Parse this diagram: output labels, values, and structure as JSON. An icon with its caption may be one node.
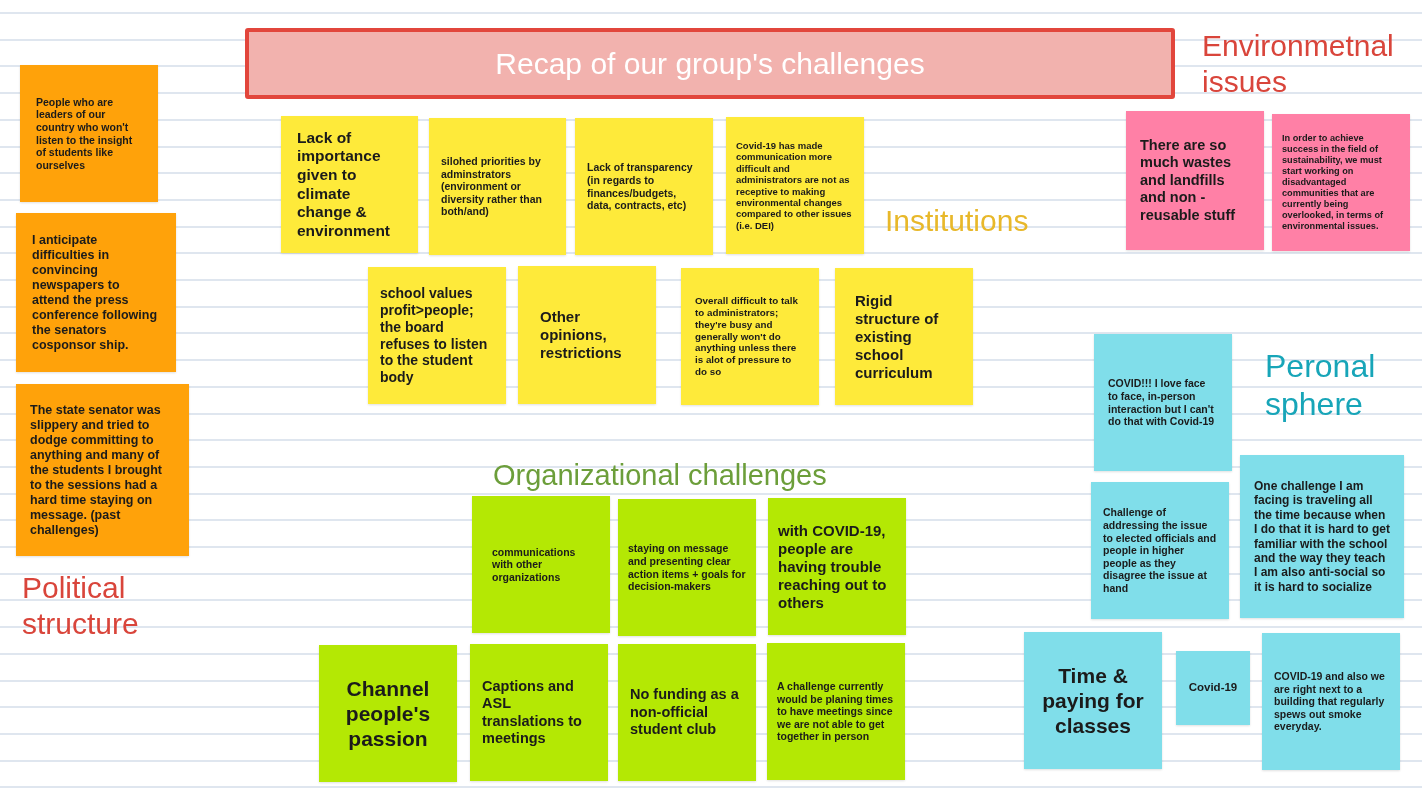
{
  "diagram": {
    "title": "Recap of our group's challenges",
    "nodes": [
      {
        "text": [
          "People who are leaders of our country who won't listen to the insight of students like ourselves"
        ]
      },
      {
        "text": [
          "I anticipate difficulties in convincing newspapers to attend the press conference following the senators cosponsor ship."
        ]
      },
      {
        "text": [
          "The state senator was slippery and tried to dodge committing to anything and many of the students I brought to the sessions had a hard time staying on message. (past challenges)"
        ]
      },
      {
        "text": [
          "Lack of importance given to climate change & environment"
        ]
      },
      {
        "text": [
          "silohed priorities by adminstrators (environment or diversity rather than both/and)"
        ]
      },
      {
        "text": [
          "Lack of transparency (in regards to finances/budgets, data, contracts, etc)"
        ]
      },
      {
        "text": [
          "Covid-19 has made communication more difficult and administrators are not as receptive to making environmental changes compared to other issues (i.e. DEI)"
        ]
      },
      {
        "text": [
          "school values profit>people; the board refuses to listen to the student body"
        ]
      },
      {
        "text": [
          "Other opinions, restrictions"
        ]
      },
      {
        "text": [
          "Overall difficult to talk to administrators; they're busy and generally won't do anything unless there is alot of pressure to do so"
        ]
      },
      {
        "text": [
          "Rigid structure of existing school curriculum"
        ]
      },
      {
        "text": [
          "There are so much wastes and landfills and non - reusable stuff"
        ]
      },
      {
        "text": [
          "In order to achieve success in the field of sustainability, we must start working on disadvantaged communities that are currently being overlooked, in terms of environmental issues."
        ]
      },
      {
        "text": [
          "COVID!!! I love face to face, in-person interaction but I can't do that with Covid-19"
        ]
      },
      {
        "text": [
          "Challenge of addressing the issue to elected officials and people in higher people as they disagree the issue at hand"
        ]
      },
      {
        "text": [
          "One challenge I am facing is traveling all the time because when I do that it is hard to get familiar with the school and the way they teach I am also anti-social so it is hard to socialize"
        ]
      },
      {
        "text": [
          "Time & paying for classes"
        ]
      },
      {
        "text": [
          "Covid-19"
        ]
      },
      {
        "text": [
          "COVID-19 and also we are right next to a building that regularly spews out smoke everyday."
        ]
      },
      {
        "text": [
          "communications with other organizations"
        ]
      },
      {
        "text": [
          "staying on message and presenting clear action items + goals for decision-makers"
        ]
      },
      {
        "text": [
          "with COVID-19, people are having trouble reaching out to others"
        ]
      },
      {
        "text": [
          "Channel people's passion"
        ]
      },
      {
        "text": [
          "Captions and ASL translations to meetings"
        ]
      },
      {
        "text": [
          "No funding as a non-official student club"
        ]
      },
      {
        "text": [
          "A challenge currently would be planing times to have meetings since we are not able to get together in person"
        ]
      }
    ],
    "labels": [
      "Environmetnal issues",
      "Institutions",
      "Peronal sphere",
      "Organizational challenges",
      "Political structure"
    ]
  }
}
